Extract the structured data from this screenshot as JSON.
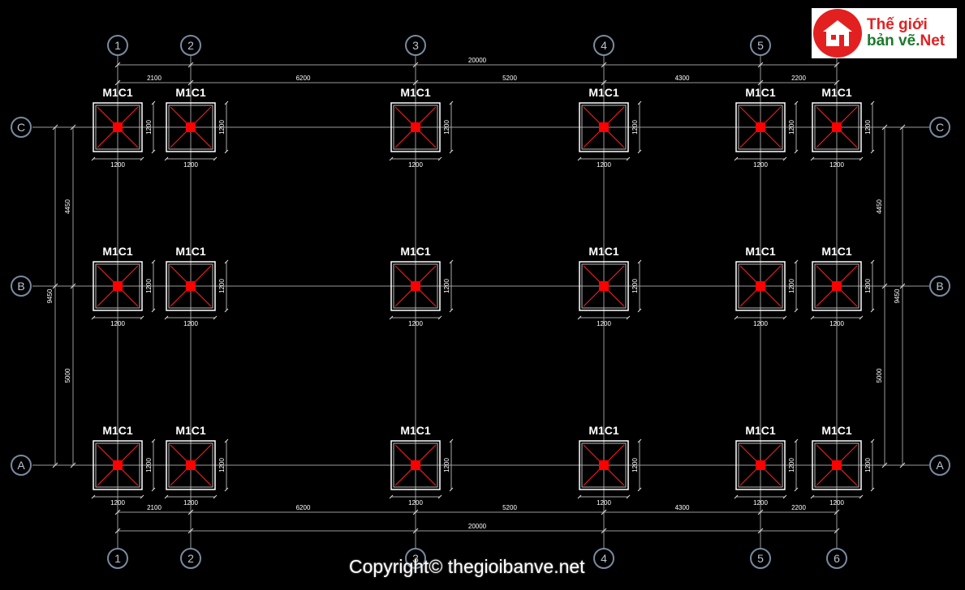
{
  "logo": {
    "line1": "Thế giới",
    "line2_a": "bản vẽ.",
    "line2_b": "Net",
    "icon": "house-icon"
  },
  "copyright": "Copyright© thegioibanve.net",
  "grid": {
    "x_axes": [
      "1",
      "2",
      "3",
      "4",
      "5",
      "6"
    ],
    "y_axes": [
      "C",
      "B",
      "A"
    ],
    "x_spacings": [
      "2100",
      "6200",
      "5200",
      "4300",
      "2200"
    ],
    "x_total": "20000",
    "y_spacings": [
      "4450",
      "5000"
    ],
    "y_total": "9450"
  },
  "footing": {
    "label": "M1C1",
    "width": "1200",
    "depth": "1200"
  },
  "colors": {
    "background": "#000000",
    "grid_line": "#9a9a9a",
    "footing": "#ffffff",
    "cross": "#ff2020",
    "column": "#ff0000",
    "bubble": "#7a8aa0"
  }
}
